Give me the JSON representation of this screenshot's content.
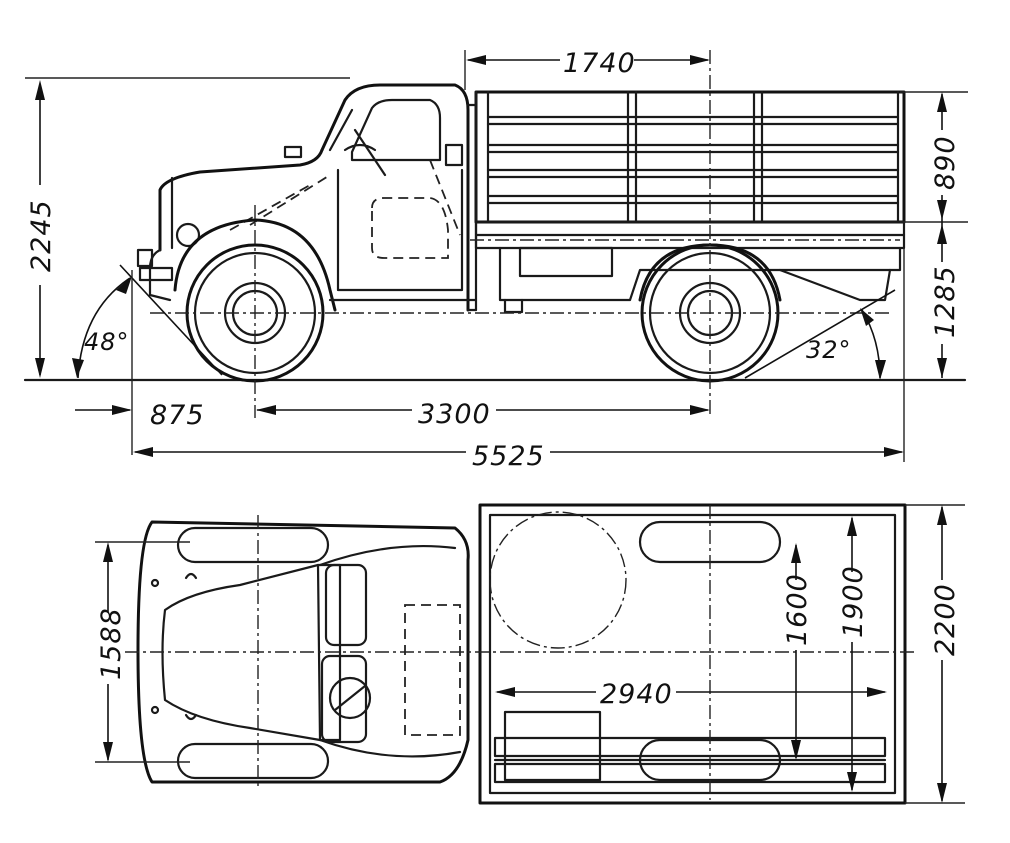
{
  "side_view": {
    "dimensions": {
      "overall_height": "2245",
      "body_length": "1740",
      "side_height": "890",
      "floor_height": "1285",
      "approach_angle": "48°",
      "departure_angle": "32°",
      "front_overhang": "875",
      "wheelbase": "3300",
      "overall_length": "5525"
    }
  },
  "top_view": {
    "dimensions": {
      "front_track": "1588",
      "body_inner_length": "2940",
      "rear_track": "1600",
      "body_inner_width": "1900",
      "overall_width": "2200"
    }
  }
}
